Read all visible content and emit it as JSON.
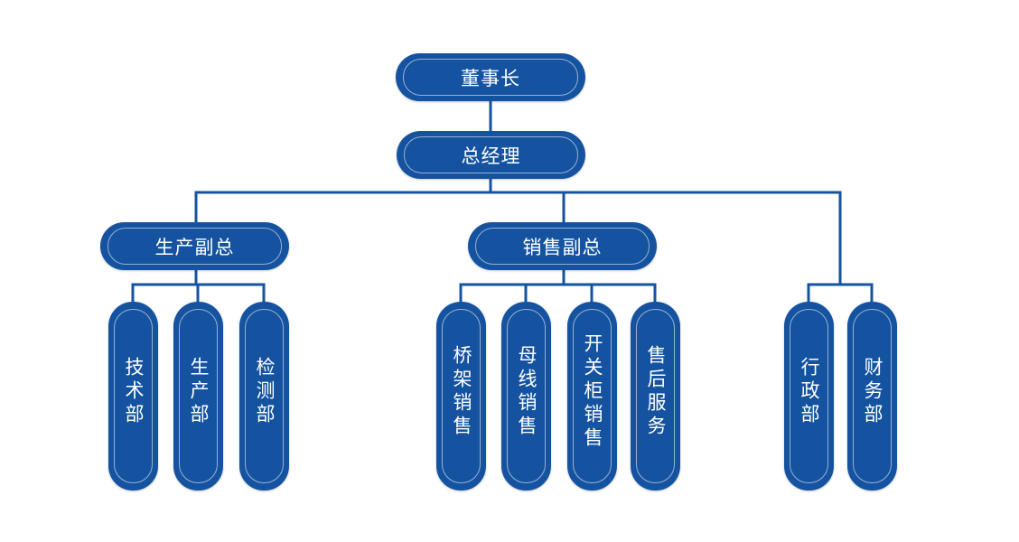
{
  "org": {
    "chairman": "董事长",
    "general_manager": "总经理",
    "vp_production": {
      "label": "生产副总",
      "departments": [
        "技术部",
        "生产部",
        "检测部"
      ]
    },
    "vp_sales": {
      "label": "销售副总",
      "departments": [
        "桥架销售",
        "母线销售",
        "开关柜销售",
        "售后服务"
      ]
    },
    "direct_departments": [
      "行政部",
      "财务部"
    ]
  },
  "colors": {
    "node_fill": "#1553a0",
    "connector": "#1553a0",
    "text": "#ffffff",
    "background": "#ffffff"
  }
}
